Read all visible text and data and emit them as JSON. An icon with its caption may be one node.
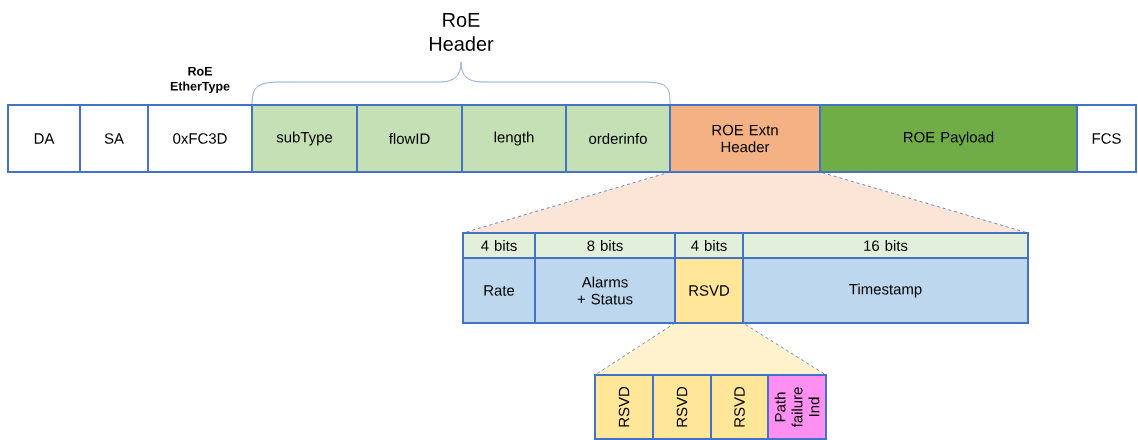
{
  "diagram": {
    "nodes": [
      {
        "text": [
          "DA"
        ]
      },
      {
        "text": [
          "SA"
        ]
      },
      {
        "text": [
          "0xFC3D"
        ]
      },
      {
        "text": [
          "subType"
        ]
      },
      {
        "text": [
          "flowID"
        ]
      },
      {
        "text": [
          "length"
        ]
      },
      {
        "text": [
          "orderinfo"
        ]
      },
      {
        "text": [
          "ROE Extn Header"
        ]
      },
      {
        "text": [
          "ROE Payload"
        ]
      },
      {
        "text": [
          "FCS"
        ]
      },
      {
        "text": [
          "4 bits"
        ]
      },
      {
        "text": [
          "8 bits"
        ]
      },
      {
        "text": [
          "4 bits"
        ]
      },
      {
        "text": [
          "16 bits"
        ]
      },
      {
        "text": [
          "Rate"
        ]
      },
      {
        "text": [
          "Alarms + Status"
        ]
      },
      {
        "text": [
          "RSVD"
        ]
      },
      {
        "text": [
          "Timestamp"
        ]
      },
      {
        "text": [
          "RSVD"
        ]
      },
      {
        "text": [
          "RSVD"
        ]
      },
      {
        "text": [
          "RSVD"
        ]
      },
      {
        "text": [
          "Path failure Ind"
        ]
      },
      {
        "text": [],
        "shape": "trapezoid"
      },
      {
        "text": [],
        "shape": "trapezoid"
      }
    ],
    "labels": [
      "RoE Header",
      "RoE EtherType"
    ]
  }
}
